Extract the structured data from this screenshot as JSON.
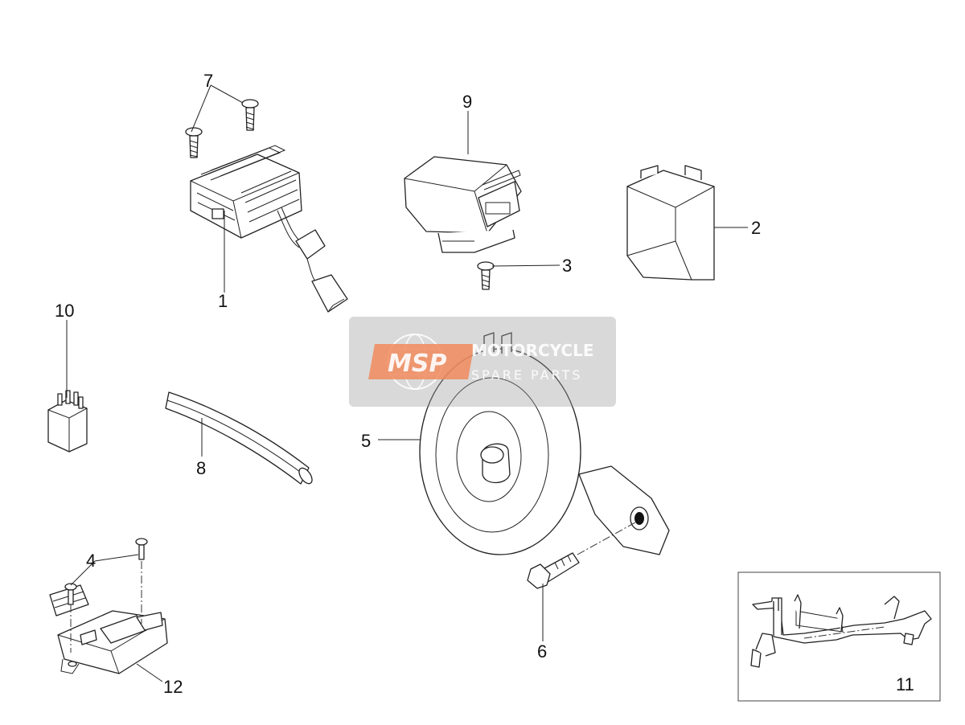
{
  "callouts": {
    "c1": "1",
    "c2": "2",
    "c3": "3",
    "c4": "4",
    "c5": "5",
    "c6": "6",
    "c7": "7",
    "c8": "8",
    "c9": "9",
    "c10": "10",
    "c11": "11",
    "c12": "12"
  },
  "watermark": {
    "logo": "MSP",
    "line1": "MOTORCYCLE",
    "line2": "SPARE PARTS",
    "logo_color": "#f08a5d"
  }
}
